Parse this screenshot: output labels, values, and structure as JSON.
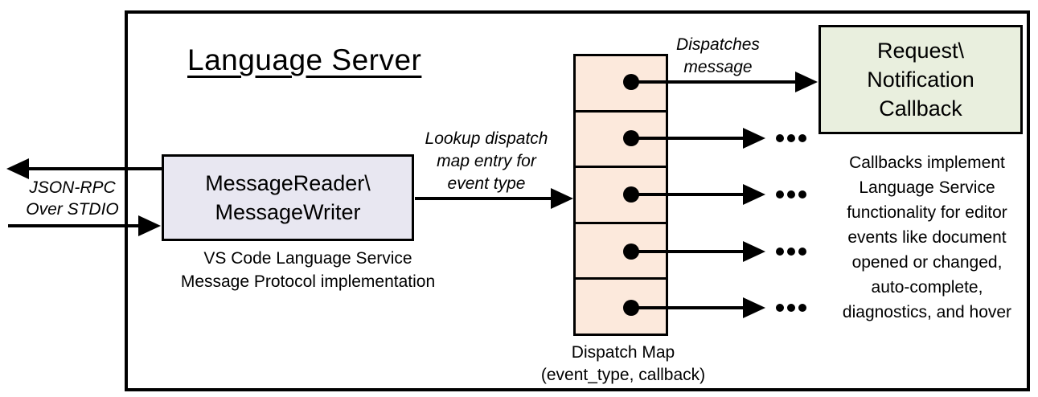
{
  "title": "Language Server",
  "reader_box": {
    "line1": "MessageReader\\",
    "line2": "MessageWriter",
    "caption1": "VS Code Language Service",
    "caption2": "Message Protocol implementation"
  },
  "io_label": {
    "line1": "JSON-RPC",
    "line2": "Over STDIO"
  },
  "lookup_label": {
    "line1": "Lookup dispatch",
    "line2": "map entry for",
    "line3": "event type"
  },
  "dispatch_label": {
    "line1": "Dispatches",
    "line2": "message"
  },
  "callback_box": {
    "line1": "Request\\",
    "line2": "Notification",
    "line3": "Callback"
  },
  "dispatch_map": {
    "entries": 5,
    "label_line1": "Dispatch Map",
    "label_line2": "(event_type, callback)"
  },
  "note": {
    "line1": "Callbacks implement",
    "line2": "Language Service",
    "line3": "functionality for editor",
    "line4": "events like document",
    "line5": "opened or changed,",
    "line6": "auto-complete,",
    "line7": "diagnostics, and hover"
  },
  "colors": {
    "reader_box_fill": "#e8e7f1",
    "map_cell_fill": "#fce9dc",
    "callback_box_fill": "#e9efde",
    "line": "#000000",
    "background": "#ffffff"
  }
}
